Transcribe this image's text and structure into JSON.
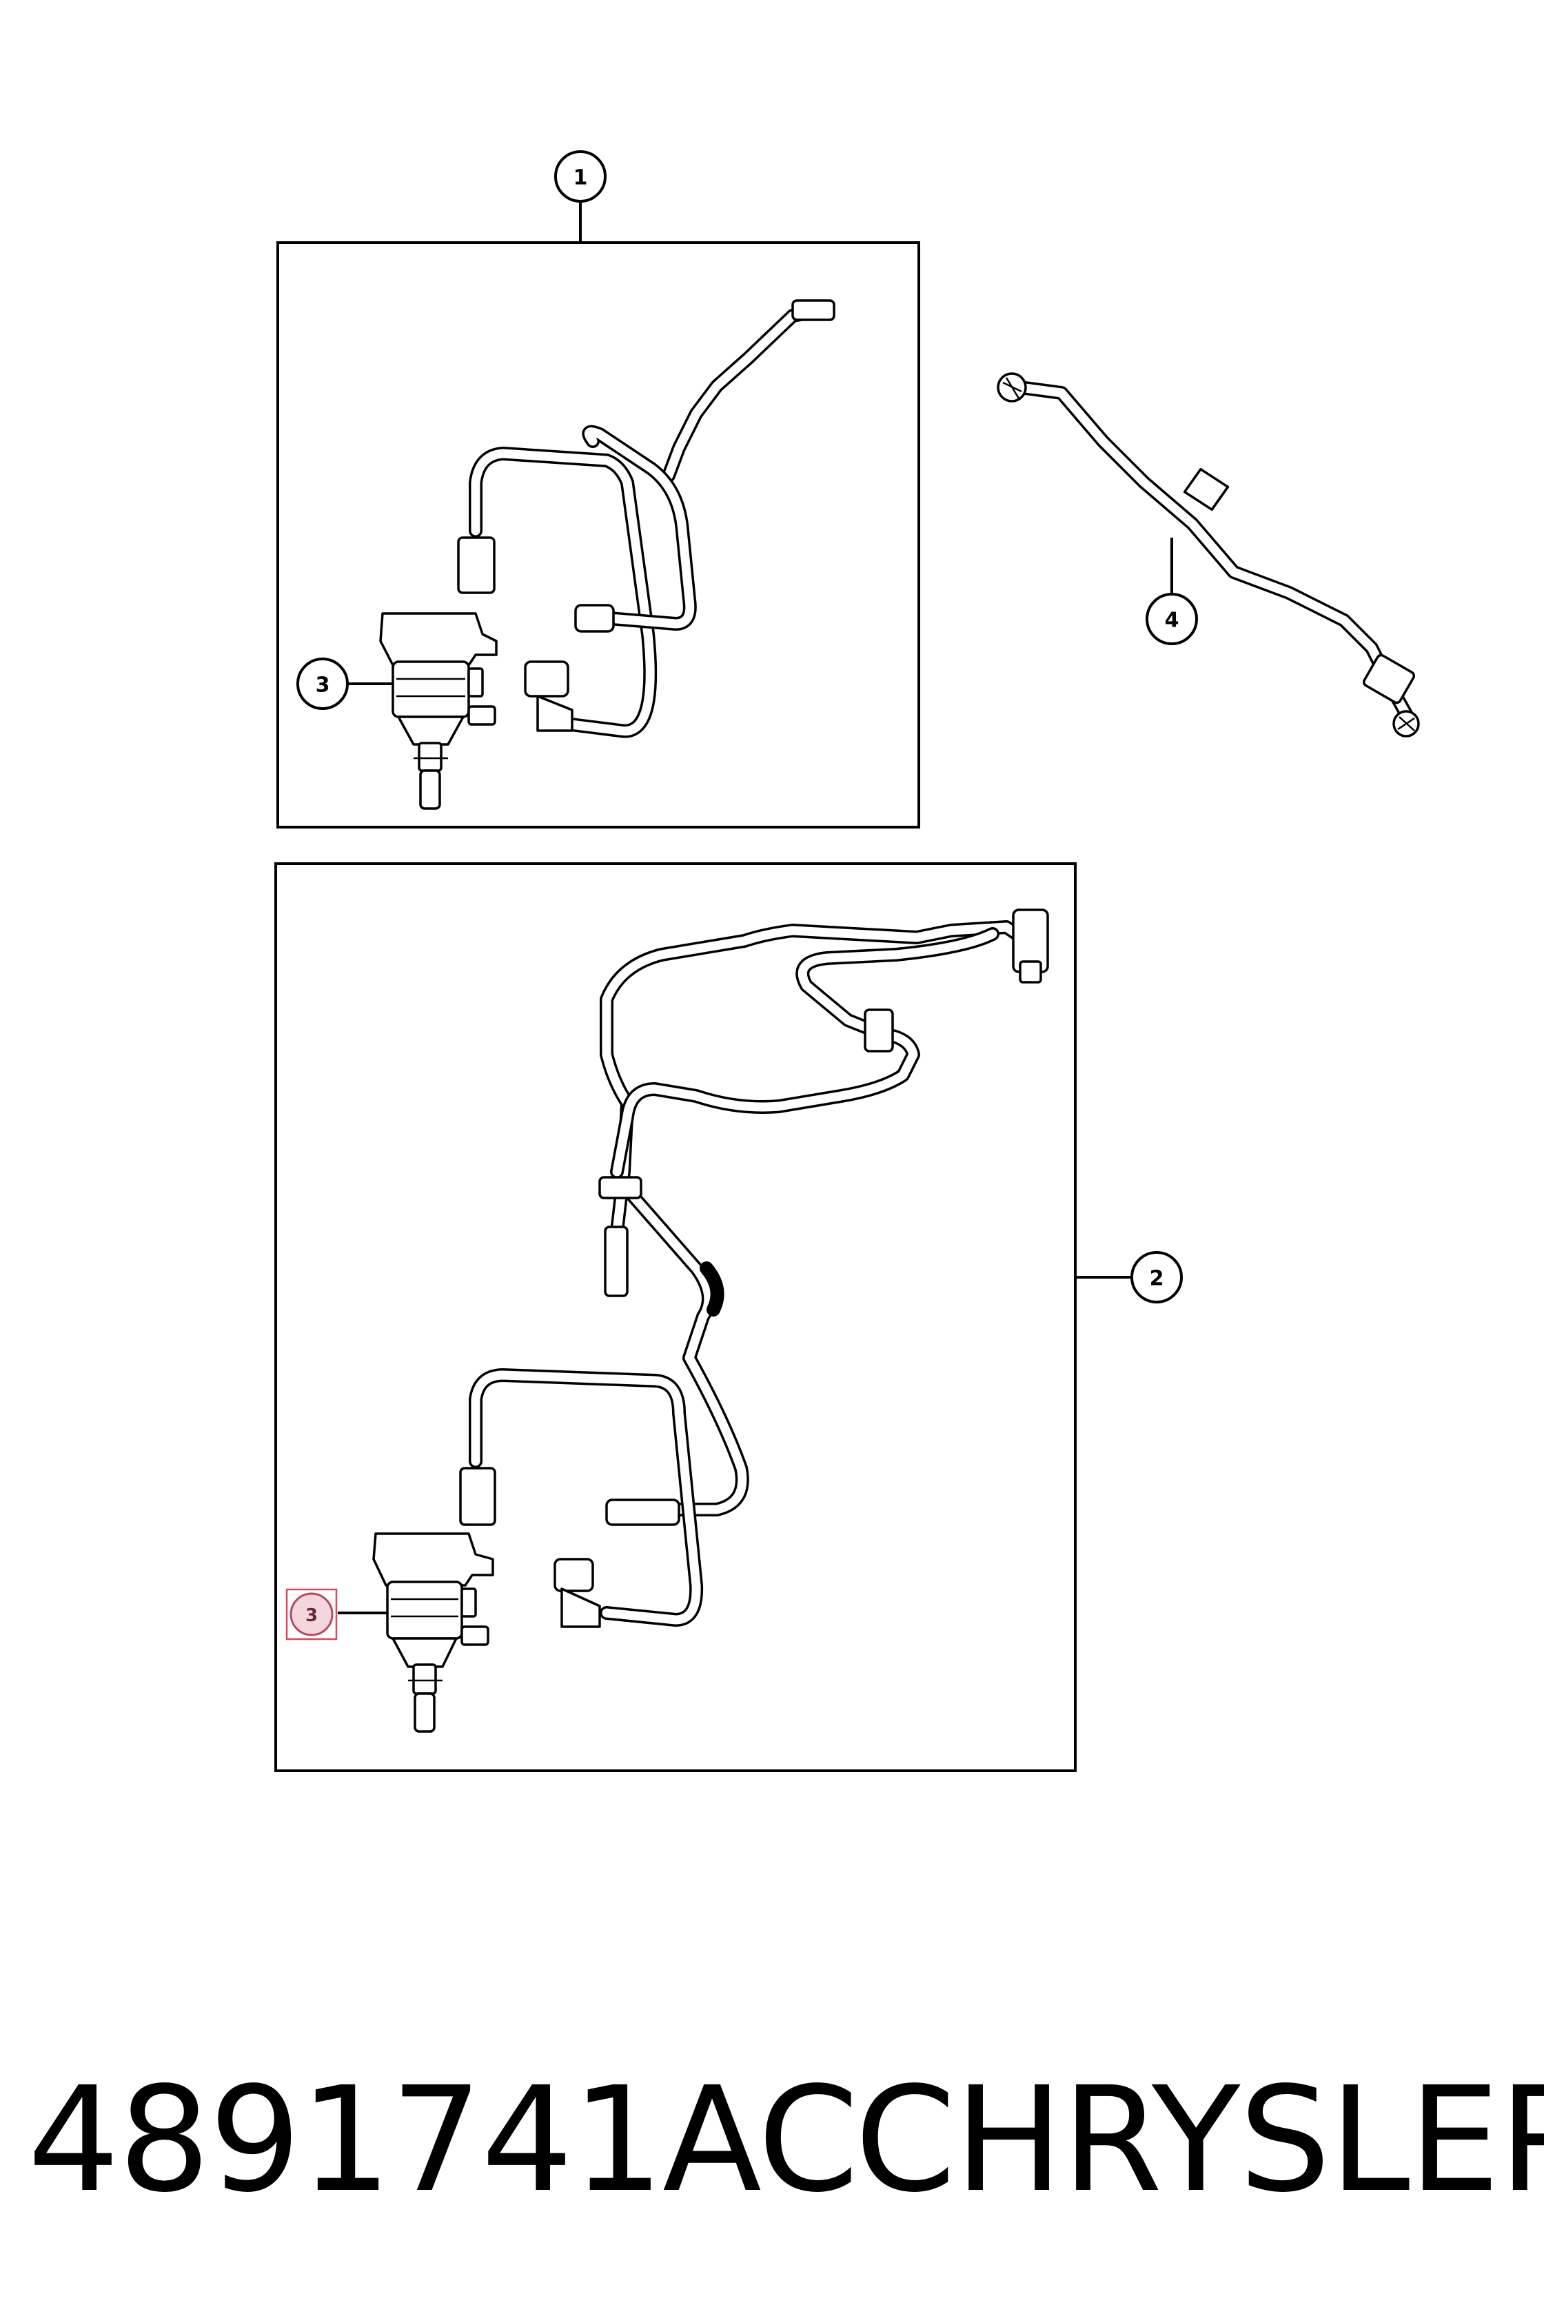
{
  "callouts": {
    "c1": "1",
    "c2": "2",
    "c3_top": "3",
    "c3_bottom": "3",
    "c4": "4"
  },
  "footer": {
    "part_number": "4891741AC",
    "brand": "CHRYSLER"
  },
  "colors": {
    "line": "#000000",
    "highlight_fill": "#f3d6de",
    "highlight_border": "#d24b5a"
  }
}
